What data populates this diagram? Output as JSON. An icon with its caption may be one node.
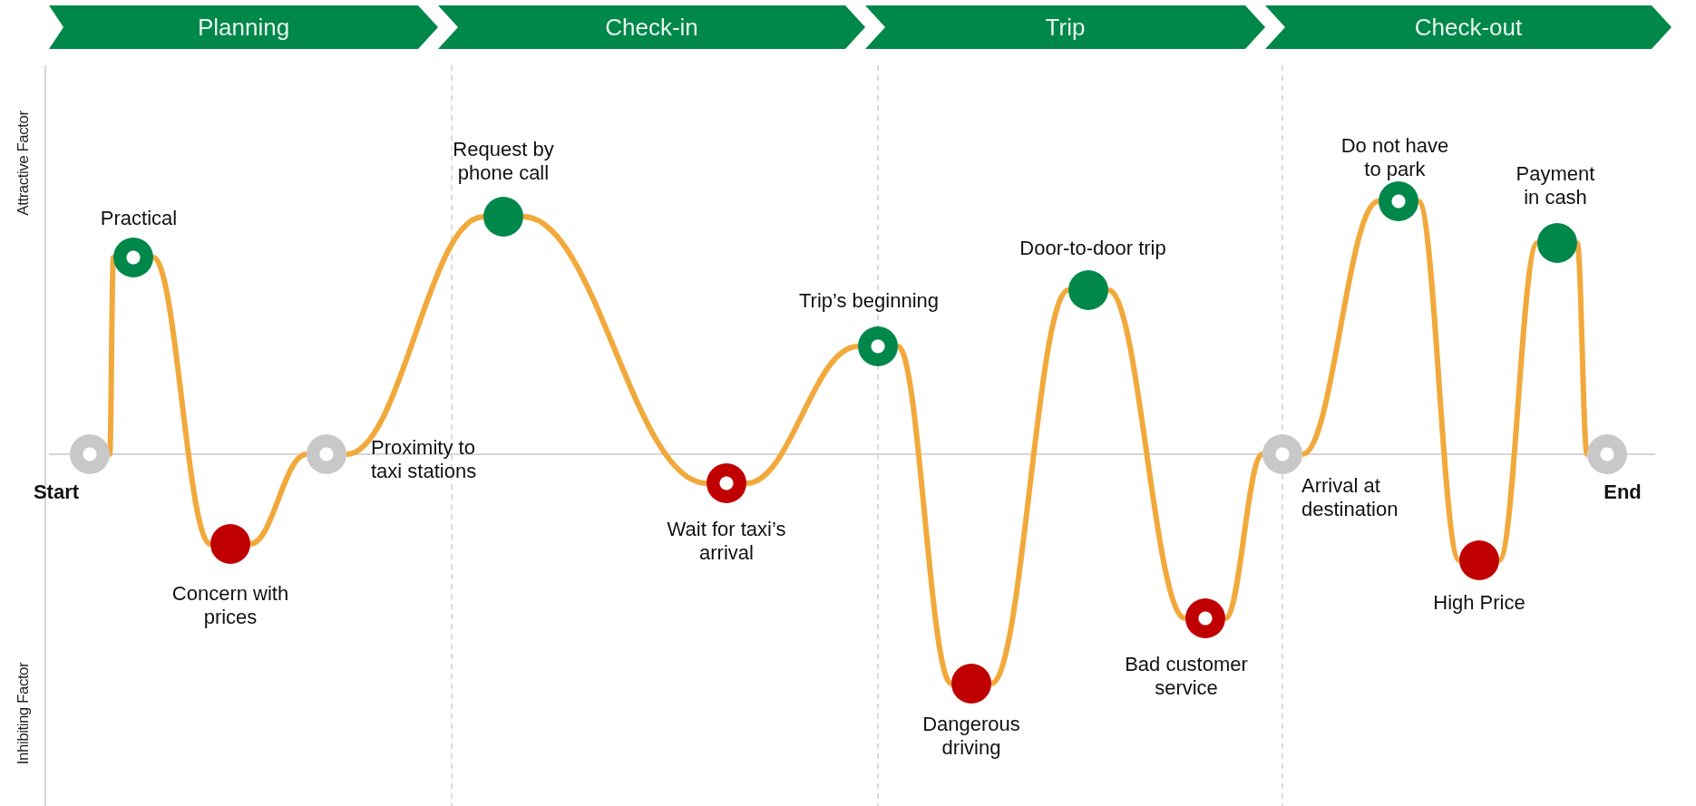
{
  "diagram": {
    "nodes": [
      {
        "text": [
          "Planning"
        ]
      },
      {
        "text": [
          "Check-in"
        ]
      },
      {
        "text": [
          "Trip"
        ]
      },
      {
        "text": [
          "Check-out"
        ]
      },
      {
        "text": [],
        "shape": "circle",
        "beside": [
          "Start"
        ]
      },
      {
        "text": [],
        "shape": "circle",
        "beside": [
          "Practical"
        ]
      },
      {
        "text": [],
        "shape": "circle",
        "beside": [
          "Concern with prices"
        ]
      },
      {
        "text": [],
        "shape": "circle",
        "beside": [
          "Proximity to taxi stations"
        ]
      },
      {
        "text": [],
        "shape": "circle",
        "beside": [
          "Request by phone call"
        ]
      },
      {
        "text": [],
        "shape": "circle",
        "beside": [
          "Wait for taxi’s arrival"
        ]
      },
      {
        "text": [],
        "shape": "circle",
        "beside": [
          "Trip’s beginning"
        ]
      },
      {
        "text": [],
        "shape": "circle",
        "beside": [
          "Dangerous driving"
        ]
      },
      {
        "text": [],
        "shape": "circle",
        "beside": [
          "Door-to-door trip"
        ]
      },
      {
        "text": [],
        "shape": "circle",
        "beside": [
          "Bad customer service"
        ]
      },
      {
        "text": [],
        "shape": "circle",
        "beside": [
          "Arrival  at destination"
        ]
      },
      {
        "text": [],
        "shape": "circle",
        "beside": [
          "Do not have to park"
        ]
      },
      {
        "text": [],
        "shape": "circle",
        "beside": [
          "High Price"
        ]
      },
      {
        "text": [],
        "shape": "circle",
        "beside": [
          "Payment in cash"
        ]
      },
      {
        "text": [],
        "shape": "circle",
        "beside": [
          "End"
        ]
      }
    ],
    "edges": [
      {
        "from": 4,
        "to": 5,
        "arrow": "none"
      },
      {
        "from": 5,
        "to": 6,
        "arrow": "none"
      },
      {
        "from": 6,
        "to": 7,
        "arrow": "none"
      },
      {
        "from": 7,
        "to": 8,
        "arrow": "none"
      },
      {
        "from": 8,
        "to": 9,
        "arrow": "none"
      },
      {
        "from": 9,
        "to": 10,
        "arrow": "none"
      },
      {
        "from": 10,
        "to": 11,
        "arrow": "none"
      },
      {
        "from": 11,
        "to": 12,
        "arrow": "none"
      },
      {
        "from": 12,
        "to": 13,
        "arrow": "none"
      },
      {
        "from": 13,
        "to": 14,
        "arrow": "none"
      },
      {
        "from": 14,
        "to": 15,
        "arrow": "none"
      },
      {
        "from": 15,
        "to": 16,
        "arrow": "none"
      },
      {
        "from": 16,
        "to": 17,
        "arrow": "none"
      },
      {
        "from": 17,
        "to": 18,
        "arrow": "none"
      }
    ],
    "labels": [
      "Attractive Factor",
      "Inhibiting Factor"
    ]
  }
}
